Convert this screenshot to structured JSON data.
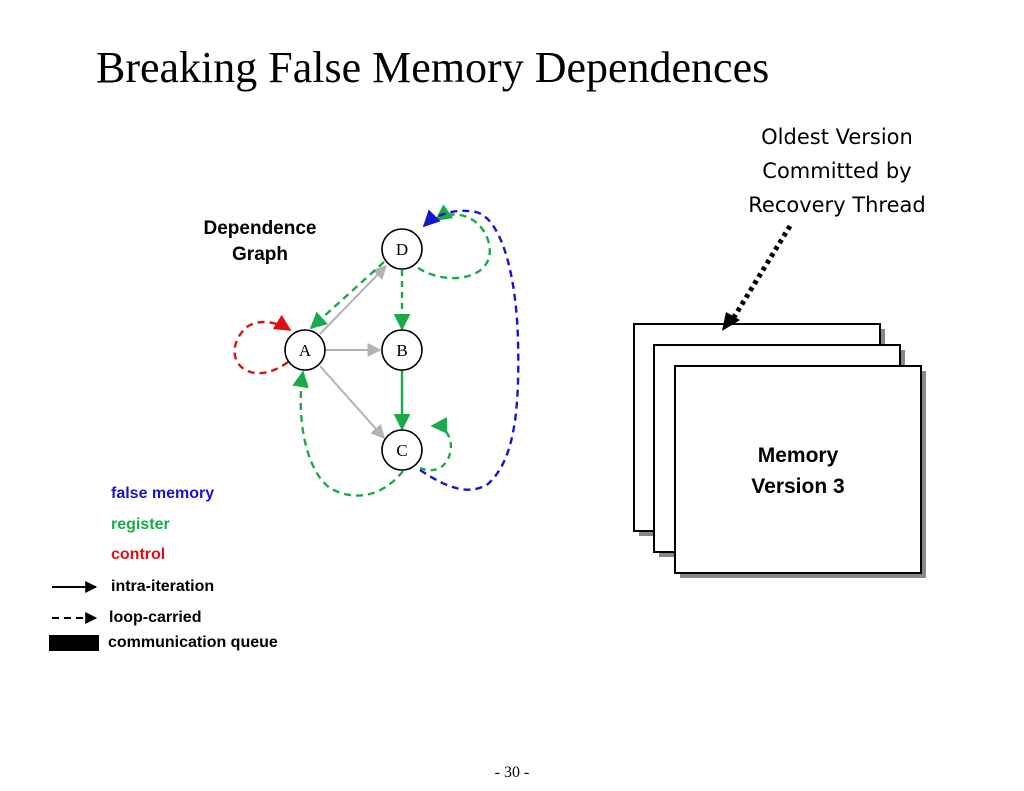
{
  "slide": {
    "title": "Breaking False Memory Dependences",
    "page_number": "- 30 -"
  },
  "graph": {
    "label_line1": "Dependence",
    "label_line2": "Graph",
    "nodes": [
      {
        "id": "A",
        "label": "A"
      },
      {
        "id": "B",
        "label": "B"
      },
      {
        "id": "C",
        "label": "C"
      },
      {
        "id": "D",
        "label": "D"
      }
    ]
  },
  "callout": {
    "line1": "Oldest Version",
    "line2": "Committed by",
    "line3": "Recovery Thread"
  },
  "memory": {
    "line1": "Memory",
    "line2": "Version 3"
  },
  "legend": {
    "false_memory": "false memory",
    "register": "register",
    "control": "control",
    "intra_iteration": "intra-iteration",
    "loop_carried": "loop-carried",
    "communication_queue": "communication queue"
  },
  "colors": {
    "false_memory": "#1616cc",
    "register": "#1aaa4a",
    "control": "#dd1111",
    "intra_gray": "#b3b3b3",
    "black": "#000000"
  }
}
